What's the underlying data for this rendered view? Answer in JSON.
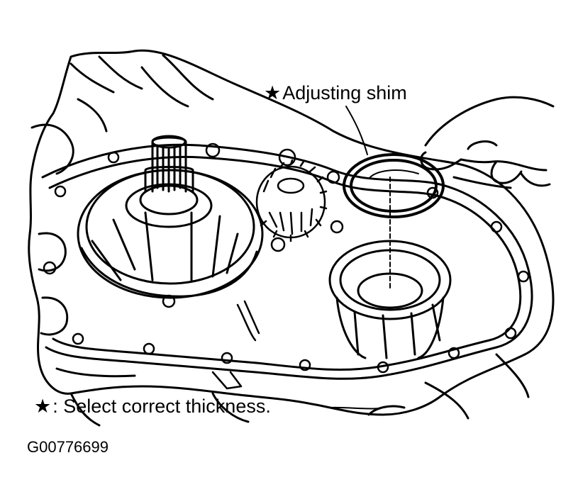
{
  "callouts": {
    "shim": {
      "star": "★",
      "text": "Adjusting shim"
    },
    "note": {
      "star": "★",
      "text": ": Select correct thickness."
    }
  },
  "figure_id": "G00776699",
  "colors": {
    "line": "#000000",
    "background": "#ffffff"
  }
}
